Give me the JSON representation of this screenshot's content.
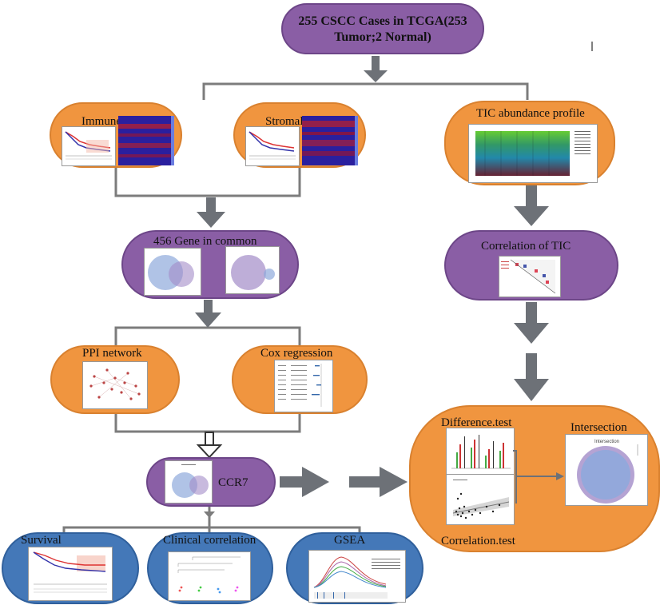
{
  "nodes": {
    "top": {
      "line1": "255 CSCC Cases in TCGA(253",
      "line2": "Tumor;2 Normal)"
    },
    "immune": {
      "label": "ImmuneScore"
    },
    "stromal": {
      "label": "StromalScore"
    },
    "tic_profile": {
      "label": "TIC abundance profile"
    },
    "common": {
      "label": "456  Gene in common"
    },
    "tic_corr": {
      "label": "Correlation of TIC"
    },
    "ppi": {
      "label": "PPI network"
    },
    "cox": {
      "label": "Cox regression"
    },
    "ccr7": {
      "label": "CCR7"
    },
    "difference": {
      "label": "Difference.test"
    },
    "correlation": {
      "label": "Correlation.test"
    },
    "intersection": {
      "label": "Intersection",
      "venn_title": "Intersection"
    },
    "survival": {
      "label": "Survival"
    },
    "clinical": {
      "label": "Clinical correlation"
    },
    "gsea": {
      "label": "GSEA"
    }
  },
  "colors": {
    "orange": "#f0953f",
    "purple": "#8a5ea5",
    "blue": "#4478b8",
    "arrow": "#6d7177",
    "line": "#7c7c7c"
  }
}
